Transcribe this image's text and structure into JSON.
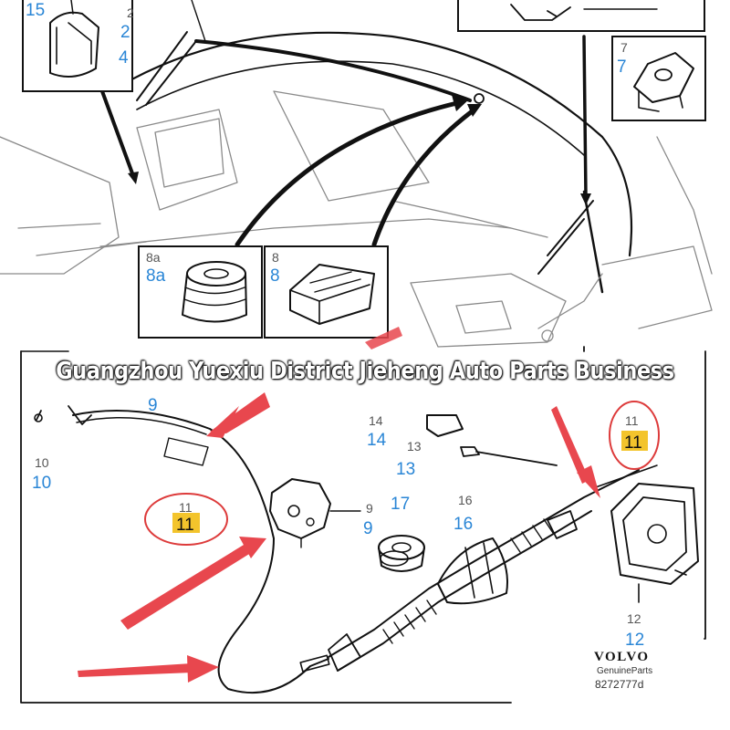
{
  "colors": {
    "callout_blue": "#2a86d6",
    "arrow_red": "#e8474e",
    "highlight_yellow": "#f3c42c",
    "ring_red": "#dd3b3b",
    "ink": "#111111"
  },
  "callouts": {
    "c15": "15",
    "c2": "2",
    "c4": "4",
    "c7": "7",
    "c8a": "8a",
    "c8": "8",
    "c9a": "9",
    "c9b": "9",
    "c10": "10",
    "c11a": "11",
    "c11b": "11",
    "c12": "12",
    "c13": "13",
    "c14": "14",
    "c16": "16",
    "c17": "17"
  },
  "ghost_labels": {
    "g2": "2",
    "g7": "7",
    "g8a": "8a",
    "g8": "8",
    "g9": "9",
    "g10": "10",
    "g11a": "11",
    "g11b": "11",
    "g12": "12",
    "g13": "13",
    "g14": "14",
    "g16": "16"
  },
  "watermark": "Guangzhou Yuexiu District Jieheng Auto Parts Business",
  "brand": {
    "logo_text": "VOLVO",
    "genuine_text": "GenuineParts",
    "part_number": "8272777d"
  }
}
